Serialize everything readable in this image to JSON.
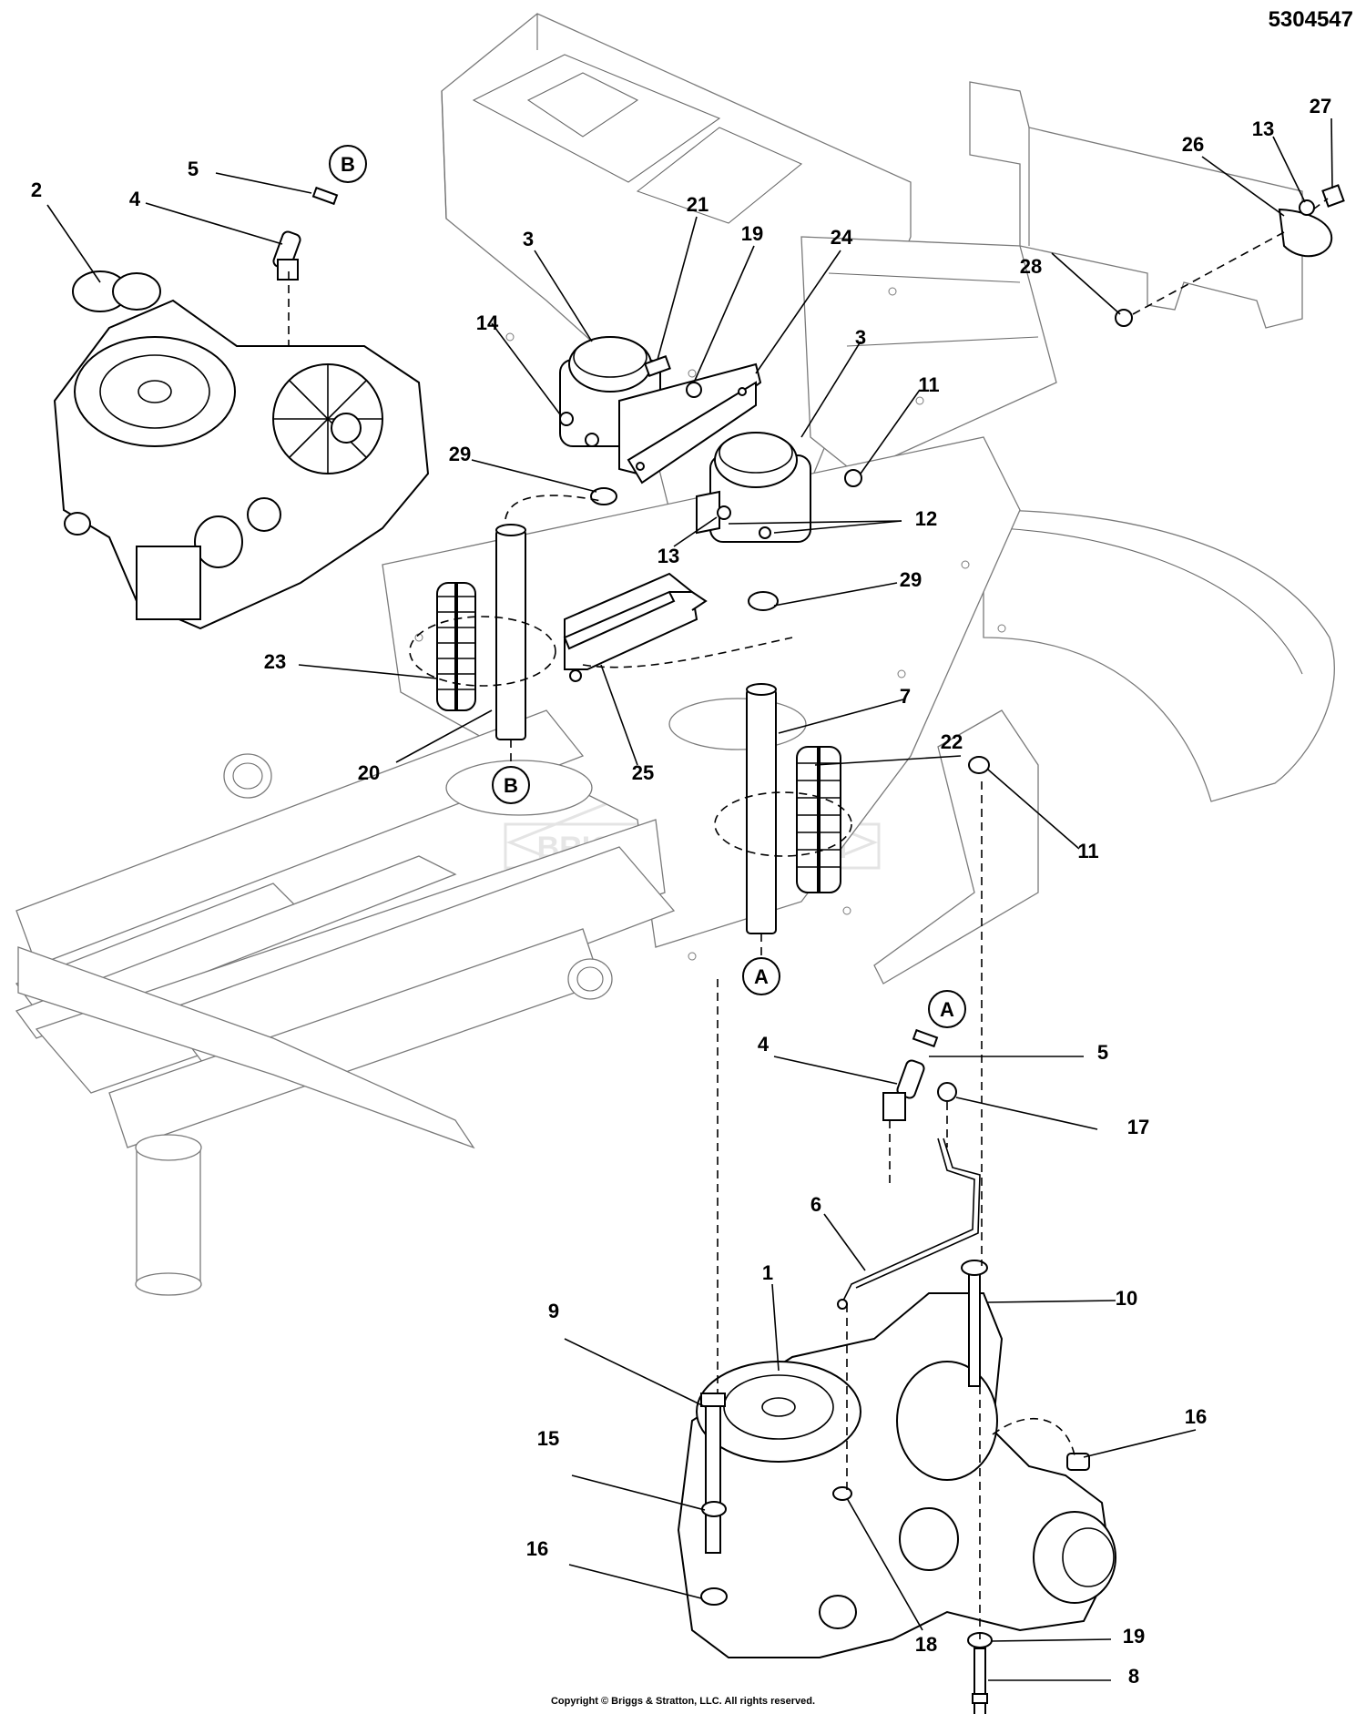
{
  "document": {
    "number": "5304547",
    "copyright": "Copyright © Briggs & Stratton, LLC. All rights reserved.",
    "watermark": "BRIGGS&STRATTON"
  },
  "callouts": [
    {
      "id": "B",
      "label": "B"
    },
    {
      "id": "B-lower",
      "label": "B"
    },
    {
      "id": "A",
      "label": "A"
    },
    {
      "id": "A-lower",
      "label": "A"
    }
  ],
  "parts": [
    {
      "key": "p5-top",
      "label": "5"
    },
    {
      "key": "p4-top",
      "label": "4"
    },
    {
      "key": "p2",
      "label": "2"
    },
    {
      "key": "p3-left",
      "label": "3"
    },
    {
      "key": "p21",
      "label": "21"
    },
    {
      "key": "p19-top",
      "label": "19"
    },
    {
      "key": "p24",
      "label": "24"
    },
    {
      "key": "p14",
      "label": "14"
    },
    {
      "key": "p3-right",
      "label": "3"
    },
    {
      "key": "p11-top",
      "label": "11"
    },
    {
      "key": "p29-left",
      "label": "29"
    },
    {
      "key": "p12",
      "label": "12"
    },
    {
      "key": "p13-mid",
      "label": "13"
    },
    {
      "key": "p29-right",
      "label": "29"
    },
    {
      "key": "p23",
      "label": "23"
    },
    {
      "key": "p7",
      "label": "7"
    },
    {
      "key": "p20",
      "label": "20"
    },
    {
      "key": "p25",
      "label": "25"
    },
    {
      "key": "p22",
      "label": "22"
    },
    {
      "key": "p11-right",
      "label": "11"
    },
    {
      "key": "p26",
      "label": "26"
    },
    {
      "key": "p13-top",
      "label": "13"
    },
    {
      "key": "p27",
      "label": "27"
    },
    {
      "key": "p28",
      "label": "28"
    },
    {
      "key": "p4-lower",
      "label": "4"
    },
    {
      "key": "p5-lower",
      "label": "5"
    },
    {
      "key": "p17",
      "label": "17"
    },
    {
      "key": "p6",
      "label": "6"
    },
    {
      "key": "p1",
      "label": "1"
    },
    {
      "key": "p10",
      "label": "10"
    },
    {
      "key": "p9",
      "label": "9"
    },
    {
      "key": "p16-right",
      "label": "16"
    },
    {
      "key": "p15",
      "label": "15"
    },
    {
      "key": "p16-left",
      "label": "16"
    },
    {
      "key": "p18",
      "label": "18"
    },
    {
      "key": "p19-lower",
      "label": "19"
    },
    {
      "key": "p8",
      "label": "8"
    }
  ]
}
